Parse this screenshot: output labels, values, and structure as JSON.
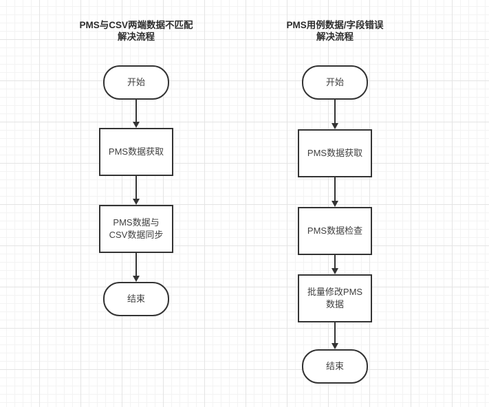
{
  "diagram": {
    "background_color": "#ffffff",
    "grid_minor_color": "#f3f3f3",
    "grid_major_color": "#e4e4e4",
    "shape_border_color": "#333333",
    "shape_fill_color": "#ffffff",
    "text_color": "#404040",
    "title_color": "#2d2d2d"
  },
  "flowcharts": [
    {
      "title": "PMS与CSV两端数据不匹配\n解决流程",
      "nodes": [
        {
          "shape": "terminal",
          "label": "开始"
        },
        {
          "shape": "process",
          "label": "PMS数据获取"
        },
        {
          "shape": "process",
          "label": "PMS数据与\nCSV数据同步"
        },
        {
          "shape": "terminal",
          "label": "结束"
        }
      ]
    },
    {
      "title": "PMS用例数据/字段错误\n解决流程",
      "nodes": [
        {
          "shape": "terminal",
          "label": "开始"
        },
        {
          "shape": "process",
          "label": "PMS数据获取"
        },
        {
          "shape": "process",
          "label": "PMS数据检查"
        },
        {
          "shape": "process",
          "label": "批量修改PMS\n数据"
        },
        {
          "shape": "terminal",
          "label": "结束"
        }
      ]
    }
  ]
}
